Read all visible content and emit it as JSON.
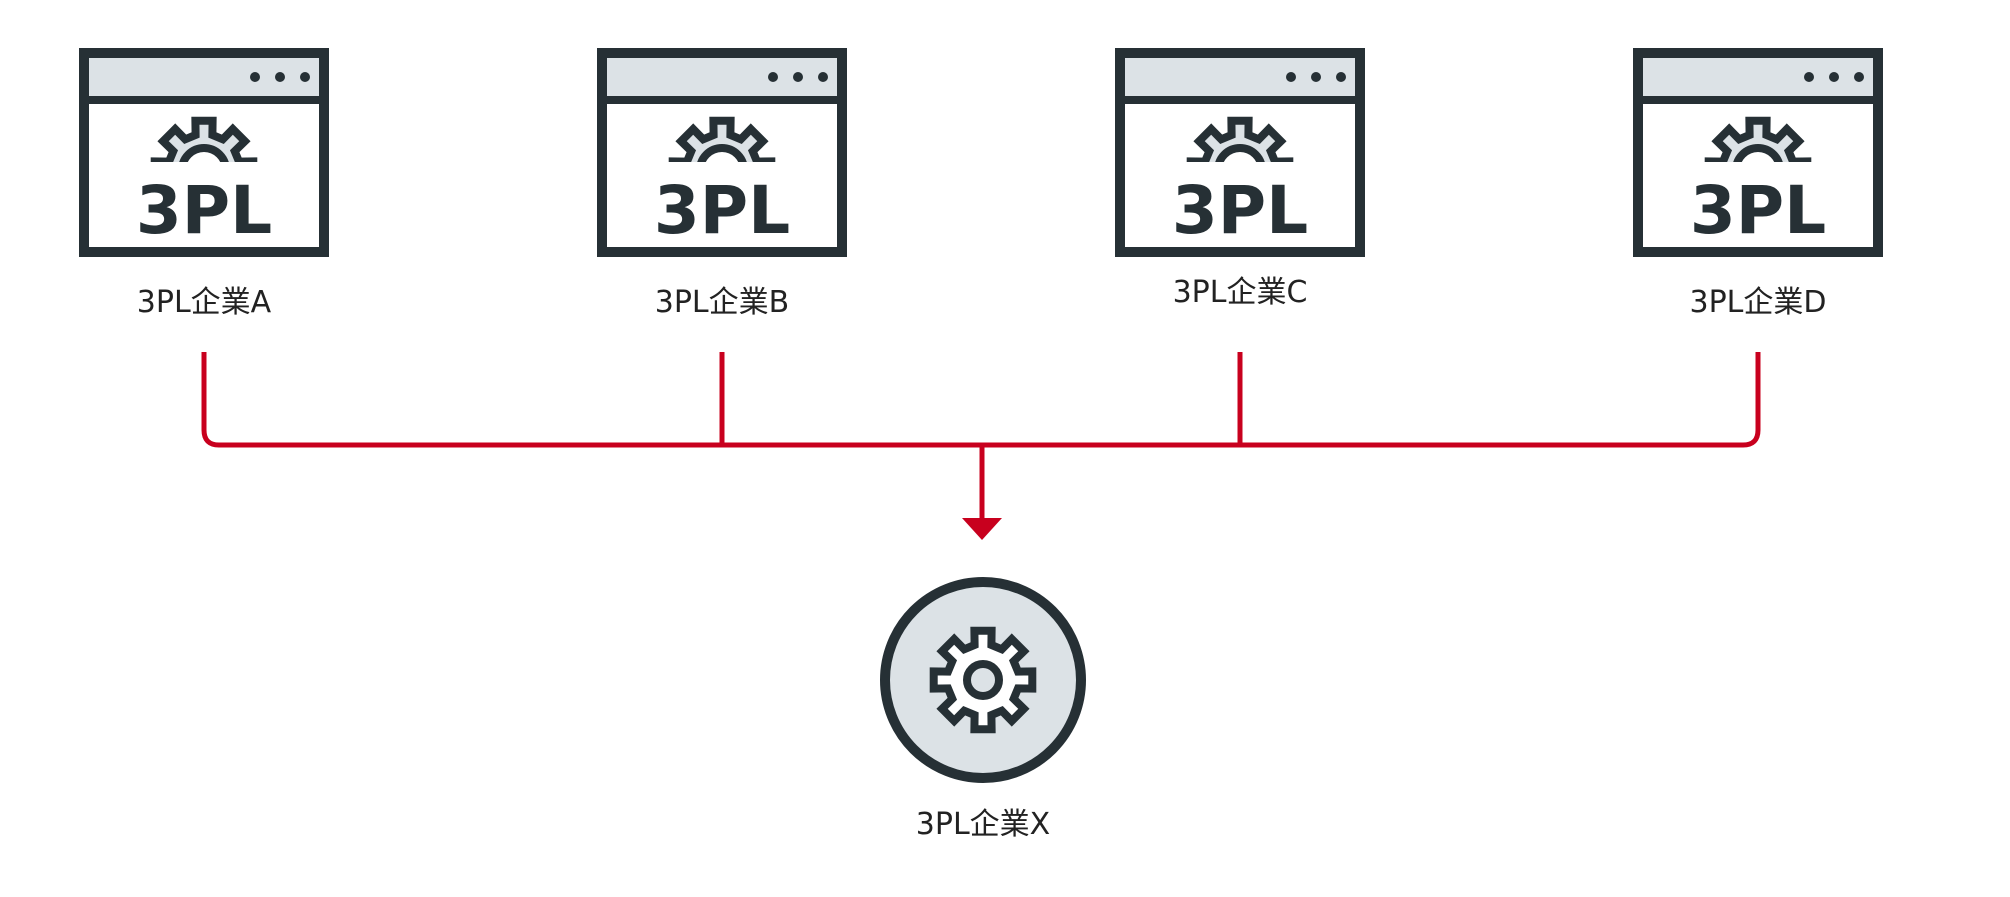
{
  "sources": [
    {
      "label": "3PL企業A",
      "logo_text": "3PL"
    },
    {
      "label": "3PL企業B",
      "logo_text": "3PL"
    },
    {
      "label": "3PL企業C",
      "logo_text": "3PL"
    },
    {
      "label": "3PL企業D",
      "logo_text": "3PL"
    }
  ],
  "target": {
    "label": "3PL企業X"
  },
  "colors": {
    "line": "#c8001e",
    "stroke": "#263035",
    "fill": "#dce2e6"
  }
}
